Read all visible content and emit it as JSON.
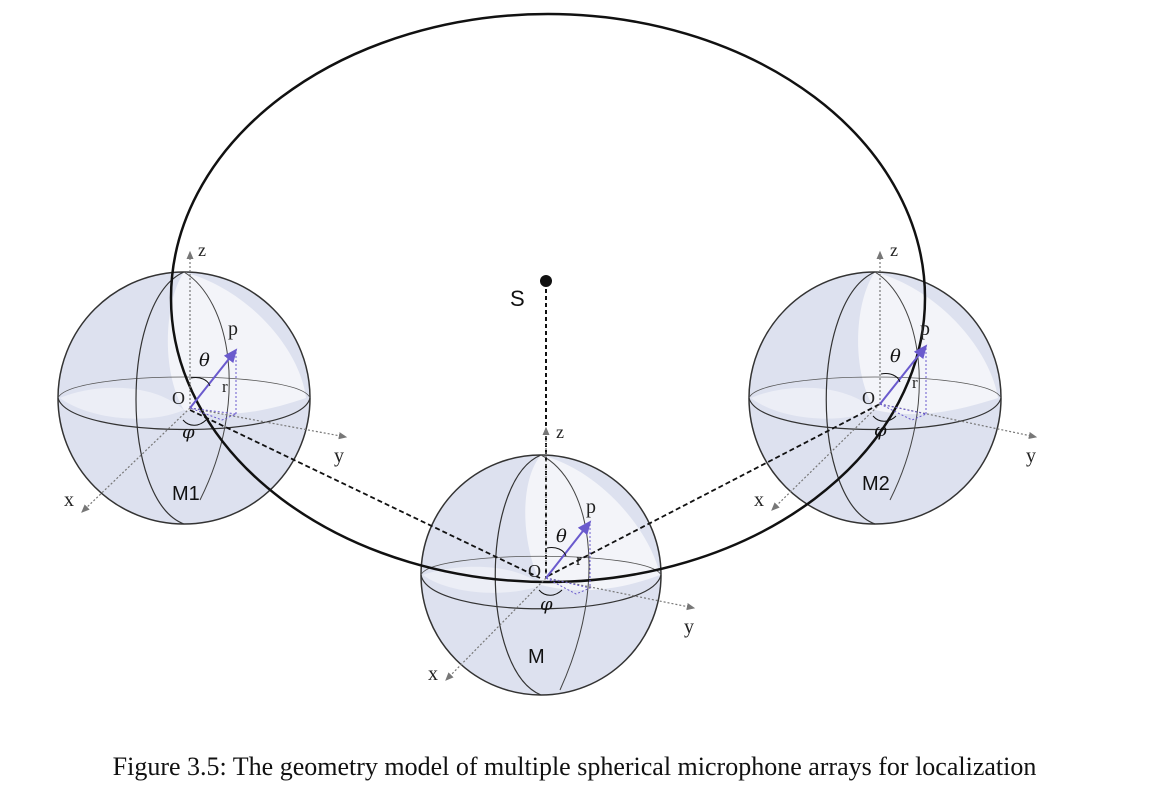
{
  "source_label": "S",
  "arrays": [
    {
      "name": "M1",
      "origin": "O",
      "point": "p",
      "radius": "r",
      "theta": "θ",
      "phi": "φ",
      "axis_x": "x",
      "axis_y": "y",
      "axis_z": "z"
    },
    {
      "name": "M",
      "origin": "O",
      "point": "p",
      "radius": "r",
      "theta": "θ",
      "phi": "φ",
      "axis_x": "x",
      "axis_y": "y",
      "axis_z": "z"
    },
    {
      "name": "M2",
      "origin": "O",
      "point": "p",
      "radius": "r",
      "theta": "θ",
      "phi": "φ",
      "axis_x": "x",
      "axis_y": "y",
      "axis_z": "z"
    }
  ],
  "caption": "Figure 3.5: The geometry model of multiple spherical microphone arrays for localization",
  "colors": {
    "sphere_shade": "#dde1ef",
    "sphere_light": "#f4f5fa",
    "vector": "#6a5acd",
    "line": "#111111"
  }
}
